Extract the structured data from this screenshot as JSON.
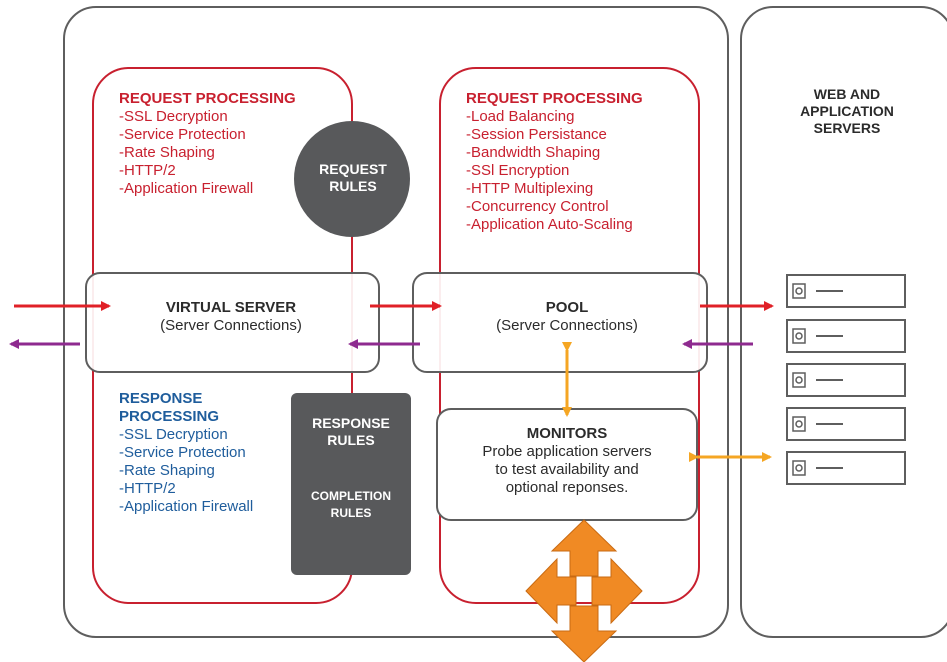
{
  "left_request": {
    "title": "REQUEST PROCESSING",
    "items": [
      "-SSL Decryption",
      "-Service Protection",
      "-Rate Shaping",
      "-HTTP/2",
      "-Application Firewall"
    ]
  },
  "request_rules": {
    "line1": "REQUEST",
    "line2": "RULES"
  },
  "virtual_server": {
    "title": "VIRTUAL SERVER",
    "subtitle": "(Server Connections)"
  },
  "left_response": {
    "title_line1": "RESPONSE",
    "title_line2": "PROCESSING",
    "items": [
      "-SSL Decryption",
      "-Service Protection",
      "-Rate Shaping",
      "-HTTP/2",
      "-Application Firewall"
    ]
  },
  "response_rules": {
    "line1": "RESPONSE",
    "line2": "RULES"
  },
  "completion_rules": {
    "line1": "COMPLETION",
    "line2": "RULES"
  },
  "right_request": {
    "title": "REQUEST PROCESSING",
    "items": [
      "-Load Balancing",
      "-Session Persistance",
      "-Bandwidth Shaping",
      "-SSl Encryption",
      "-HTTP Multiplexing",
      "-Concurrency Control",
      "-Application Auto-Scaling"
    ]
  },
  "pool": {
    "title": "POOL",
    "subtitle": "(Server Connections)"
  },
  "monitors": {
    "title": "MONITORS",
    "line1": "Probe application servers",
    "line2": "to test availability and",
    "line3": "optional reponses."
  },
  "servers_panel": {
    "line1": "WEB AND",
    "line2": "APPLICATION",
    "line3": "SERVERS"
  },
  "colors": {
    "red": "#c8202f",
    "blue": "#1f5d9c",
    "purple": "#8e2a8f",
    "amber": "#f5a623",
    "orange": "#f08a24",
    "gray_block": "#58595b",
    "outline": "#5e5e5e"
  },
  "icons": {
    "server": "server-rack-icon",
    "scaling": "four-way-arrows-icon"
  }
}
